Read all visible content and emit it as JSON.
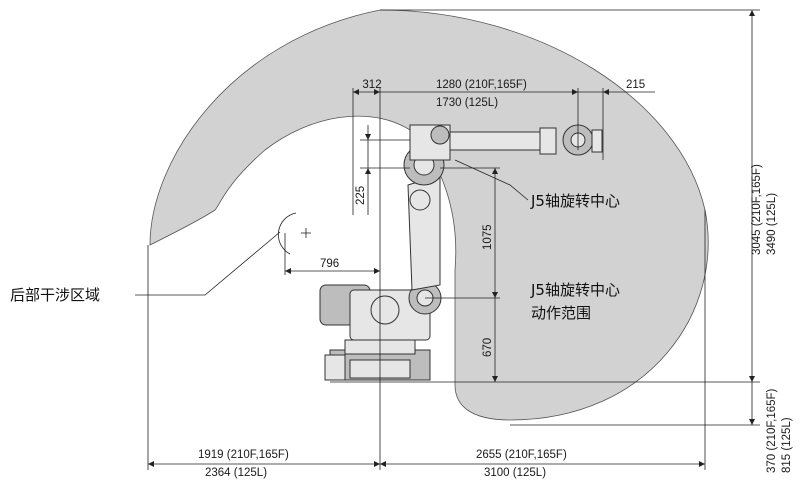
{
  "colors": {
    "envelope": "#d0d0d0",
    "line": "#222222"
  },
  "labels": {
    "interference_zone": "后部干涉区域",
    "j5_center": "J5轴旋转中心",
    "j5_range_line1": "J5轴旋转中心",
    "j5_range_line2": "动作范围"
  },
  "dims": {
    "d312": "312",
    "d1280": "1280 (210F,165F)",
    "d1730": "1730 (125L)",
    "d215": "215",
    "d225": "225",
    "d1075": "1075",
    "d796": "796",
    "d670": "670",
    "d3045": "3045 (210F,165F)",
    "d3490": "3490 (125L)",
    "d370": "370 (210F,165F)",
    "d815": "815 (125L)",
    "d1919": "1919 (210F,165F)",
    "d2364": "2364 (125L)",
    "d2655": "2655 (210F,165F)",
    "d3100": "3100 (125L)"
  }
}
